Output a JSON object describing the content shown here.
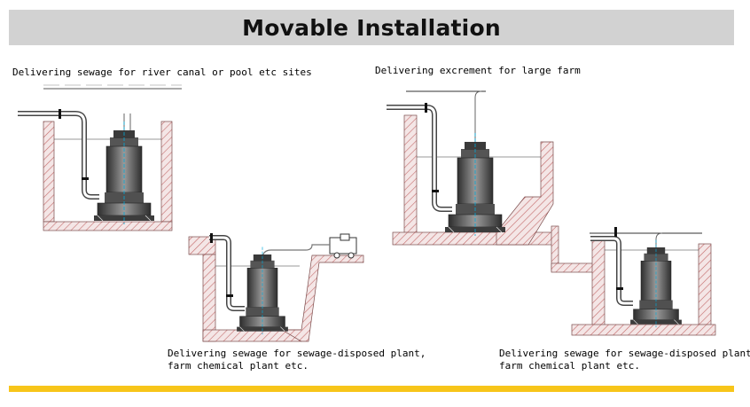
{
  "title": "Movable Installation",
  "captions": {
    "top_left": "Delivering sewage for river canal or pool etc sites",
    "top_right": "Delivering excrement for large farm",
    "bottom_middle": [
      "Delivering sewage for sewage-disposed plant,",
      "farm chemical plant etc."
    ],
    "bottom_right": [
      "Delivering sewage for sewage-disposed plant,",
      "farm chemical plant etc."
    ]
  },
  "colors": {
    "title_bar": "#d2d2d2",
    "bottom_bar": "#f7c51a",
    "wall_hatch": "#c46b6b",
    "pump_dark": "#3e3e3e",
    "axis": "#00a8d8"
  }
}
